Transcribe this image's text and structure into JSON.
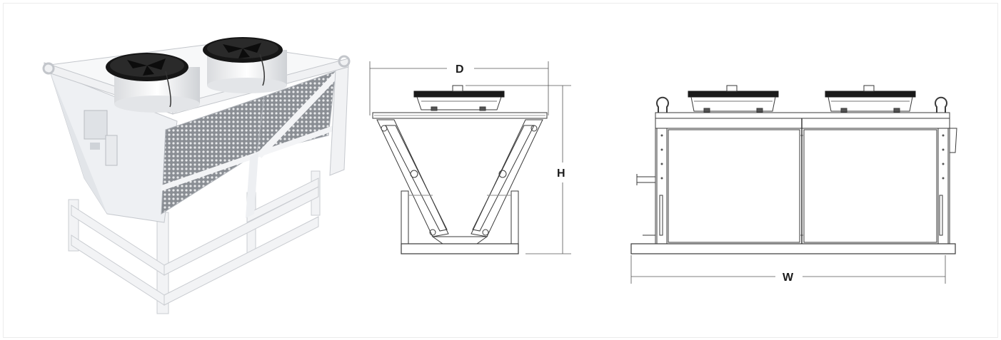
{
  "figure": {
    "photo_icon": "dry-cooler-unit-photo",
    "dimensions": {
      "depth_label": "D",
      "height_label": "H",
      "width_label": "W"
    },
    "colors": {
      "line": "#333333",
      "fan": "#1a1a1a",
      "frame_white": "#f4f5f7",
      "mesh": "#6b6f75"
    }
  }
}
